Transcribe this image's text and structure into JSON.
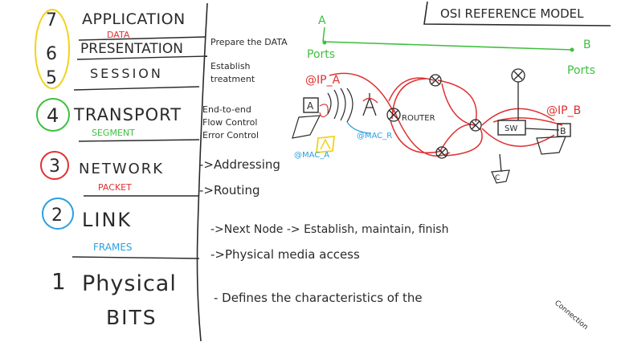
{
  "title": "OSI REFERENCE MODEL",
  "colors": {
    "ink": "#2a2a2a",
    "red": "#e03030",
    "green": "#3fbf3f",
    "blue": "#2aa0e0",
    "yellow": "#f2d21b"
  },
  "layers": [
    {
      "number": "7",
      "name": "APPLICATION"
    },
    {
      "number": "6",
      "name": "PRESENTATION",
      "pdu": "DATA",
      "desc": "Prepare the DATA"
    },
    {
      "number": "5",
      "name": "SESSION",
      "desc1": "Establish",
      "desc2": "treatment"
    },
    {
      "number": "4",
      "name": "TRANSPORT",
      "pdu": "SEGMENT",
      "desc1": "End-to-end",
      "desc2": "Flow Control",
      "desc3": "Error Control"
    },
    {
      "number": "3",
      "name": "NETWORK",
      "pdu": "PACKET",
      "desc1": "->Addressing",
      "desc2": "->Routing"
    },
    {
      "number": "2",
      "name": "LINK",
      "pdu": "FRAMES",
      "desc1": "->Next Node -> Establish, maintain, finish",
      "desc2": "->Physical media access"
    },
    {
      "number": "1",
      "name": "Physical",
      "pdu": "BITS",
      "desc1": "- Defines the characteristics of the",
      "desc2": "Connection"
    }
  ],
  "network": {
    "host_a": "A",
    "host_b": "B",
    "ports_a": "Ports",
    "ports_b": "Ports",
    "ip_a": "@IP_A",
    "ip_b": "@IP_B",
    "mac_a": "@MAC_A",
    "mac_r": "@MAC_R",
    "router": "ROUTER",
    "switch": "SW",
    "endpoint_c": "C"
  }
}
